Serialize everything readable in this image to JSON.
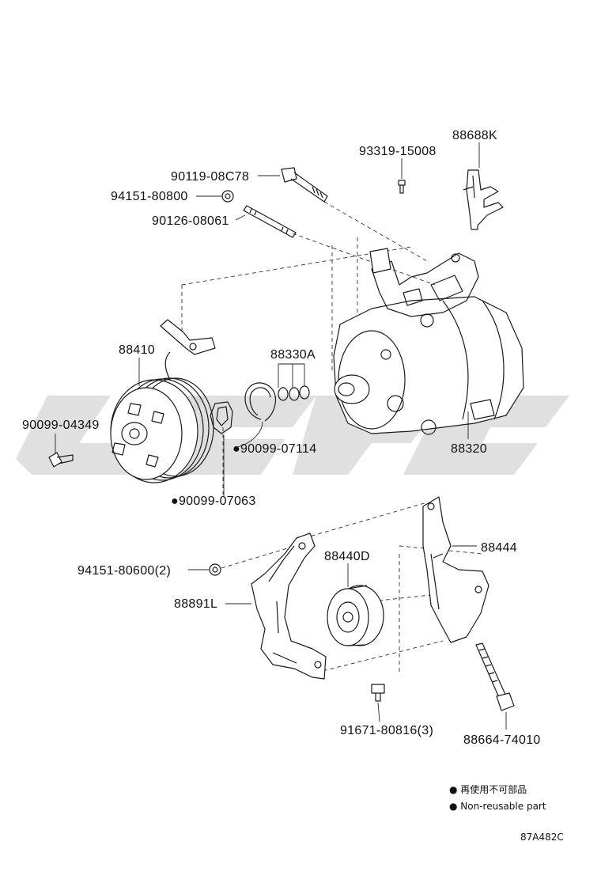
{
  "diagram": {
    "labels": {
      "p88688K": "88688K",
      "p93319": "93319-15008",
      "p90119": "90119-08C78",
      "p94151_800": "94151-80800",
      "p90126": "90126-08061",
      "p88410": "88410",
      "p88330A": "88330A",
      "p90099_04349": "90099-04349",
      "p90099_07114": "●90099-07114",
      "p88320": "88320",
      "p90099_07063": "●90099-07063",
      "p88440D": "88440D",
      "p88444": "88444",
      "p94151_600": "94151-80600(2)",
      "p88891L": "88891L",
      "p91671": "91671-80816(3)",
      "p88664": "88664-74010"
    },
    "legend": {
      "reuse_jp": "● 再使用不可部品",
      "reuse_en": "● Non-reusable part"
    },
    "illustration_code": "87A482C"
  }
}
